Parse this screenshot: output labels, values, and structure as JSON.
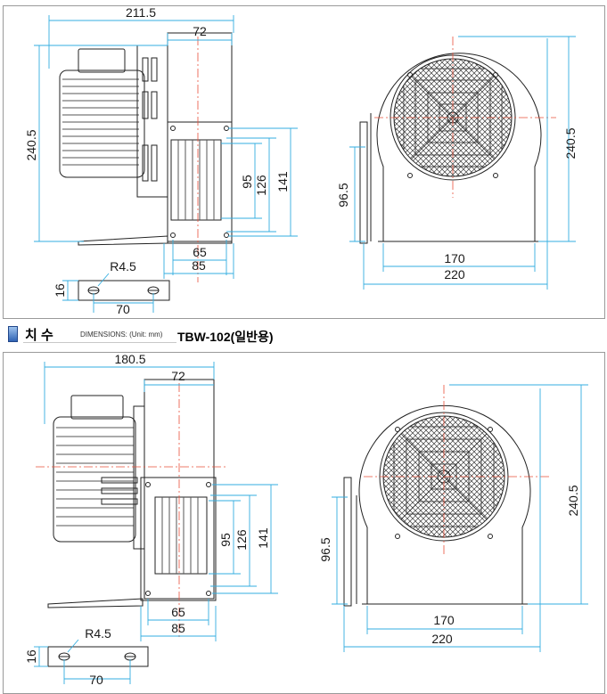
{
  "top_drawing": {
    "dims": {
      "overall_length": "211.5",
      "fan_width": "72",
      "height": "240.5",
      "outlet_95": "95",
      "outlet_126": "126",
      "outlet_141": "141",
      "base_65": "65",
      "base_85": "85",
      "outlet_height": "96.5",
      "front_height": "240.5",
      "front_170": "170",
      "front_220": "220",
      "slot_radius": "R4.5",
      "slot_height": "16",
      "slot_pitch": "70"
    }
  },
  "header": {
    "title_ko": "치 수",
    "subtitle": "DIMENSIONS: (Unit: mm)",
    "model": "TBW-102(일반용)"
  },
  "bottom_drawing": {
    "dims": {
      "overall_length": "180.5",
      "fan_width": "72",
      "outlet_95": "95",
      "outlet_126": "126",
      "outlet_141": "141",
      "base_65": "65",
      "base_85": "85",
      "outlet_height": "96.5",
      "front_height": "240.5",
      "front_170": "170",
      "front_220": "220",
      "slot_radius": "R4.5",
      "slot_height": "16",
      "slot_pitch": "70"
    }
  },
  "colors": {
    "dimension_line": "#33aee0",
    "center_line": "#e8503a",
    "outline": "#222222",
    "grille": "#444444"
  }
}
